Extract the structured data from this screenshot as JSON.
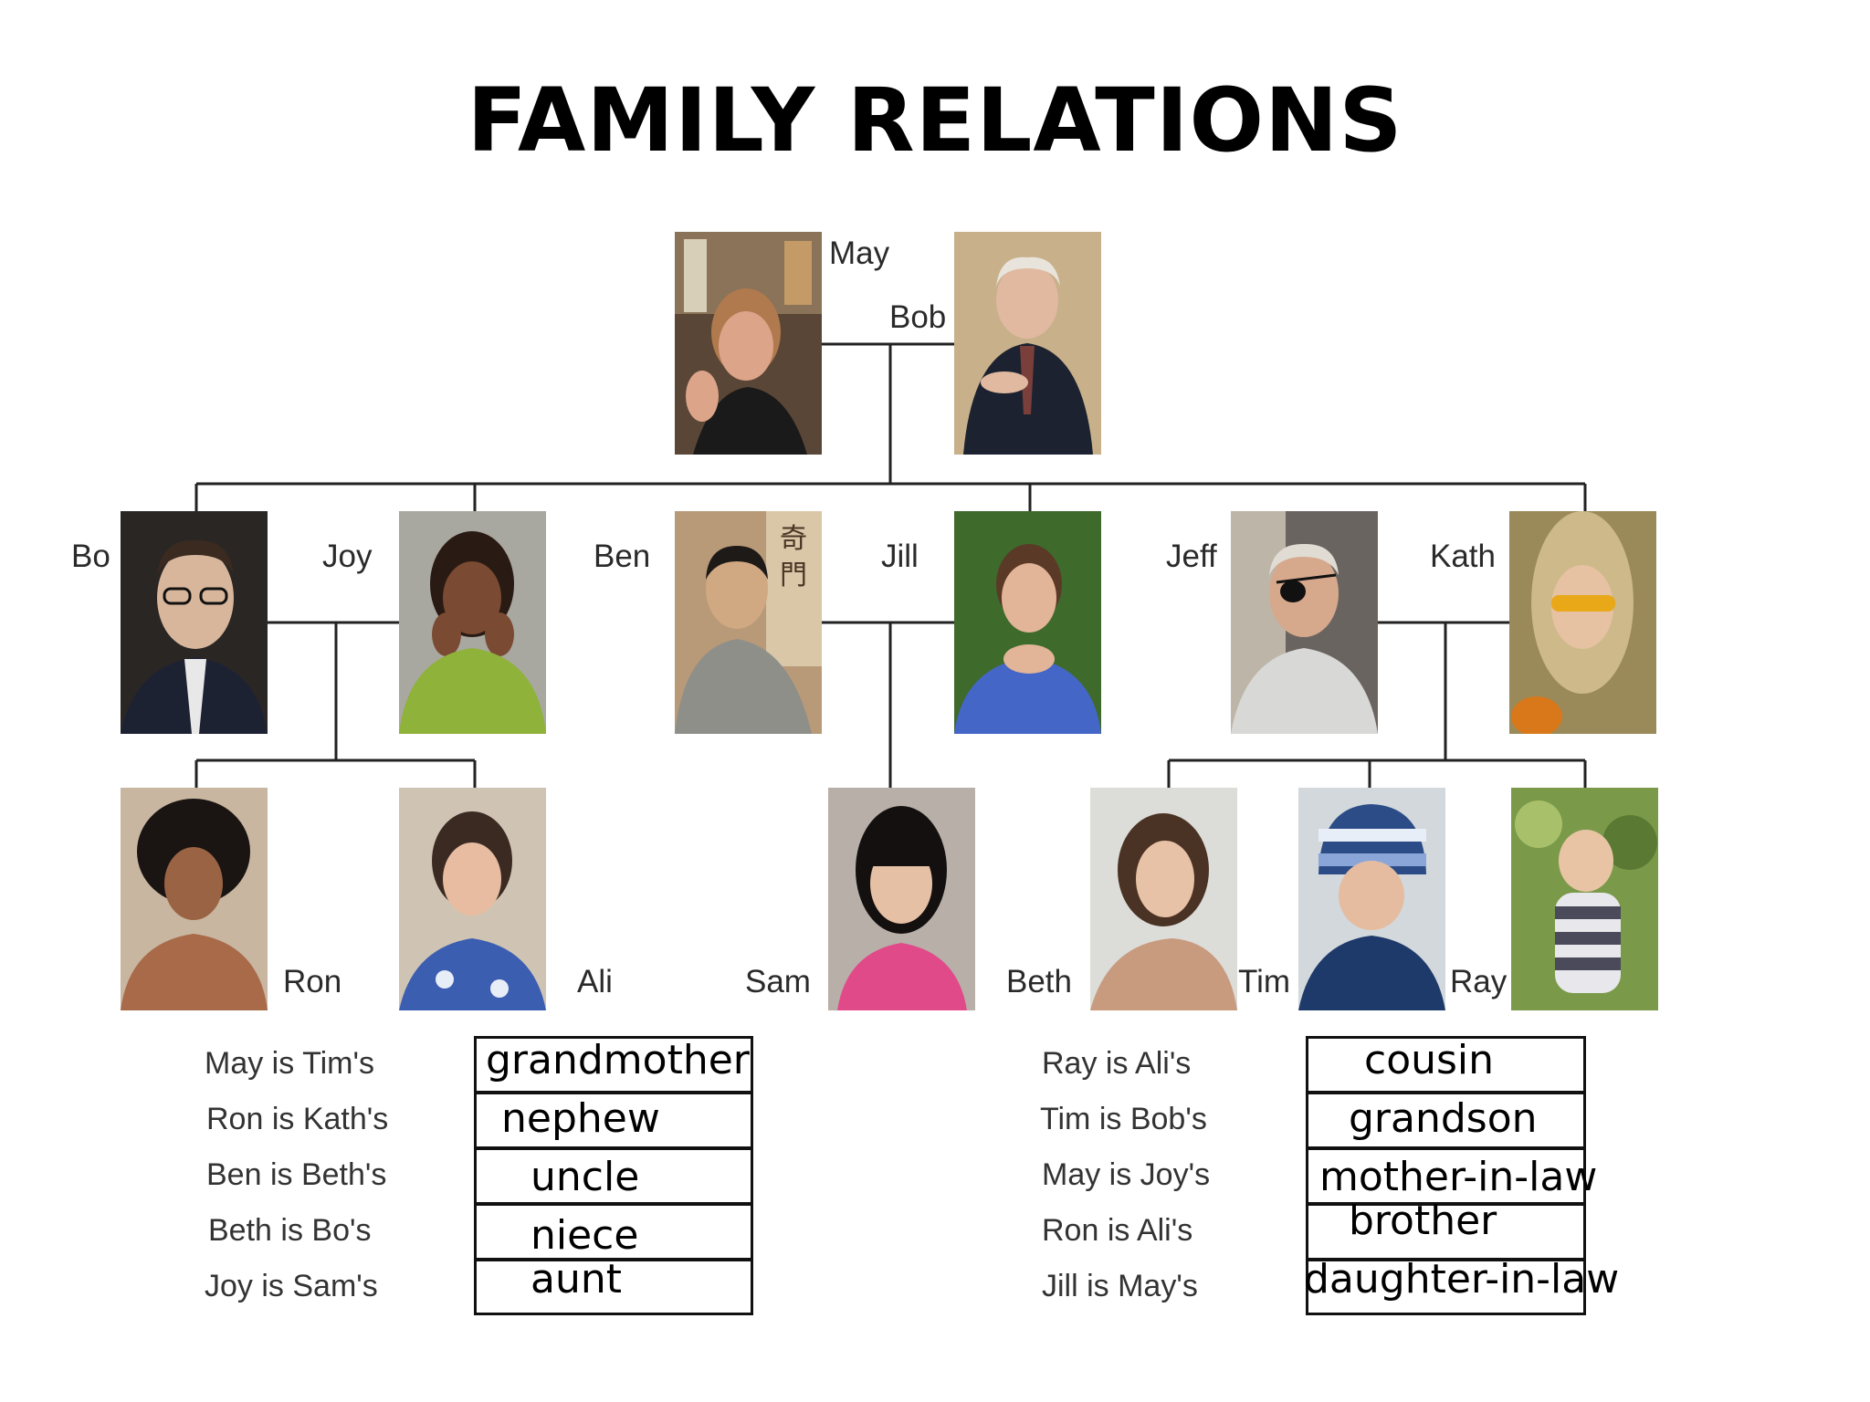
{
  "title": "FAMILY RELATIONS",
  "people": {
    "may": "May",
    "bob": "Bob",
    "bo": "Bo",
    "joy": "Joy",
    "ben": "Ben",
    "jill": "Jill",
    "jeff": "Jeff",
    "kath": "Kath",
    "ron": "Ron",
    "ali": "Ali",
    "sam": "Sam",
    "beth": "Beth",
    "tim": "Tim",
    "ray": "Ray"
  },
  "questions_left": [
    "May is Tim's",
    "Ron is Kath's",
    "Ben is Beth's",
    "Beth is Bo's",
    "Joy is Sam's"
  ],
  "answers_left": [
    "grandmother",
    "nephew",
    "uncle",
    "niece",
    "aunt"
  ],
  "questions_right": [
    "Ray is Ali's",
    "Tim is Bob's",
    "May is Joy's",
    "Ron is Ali's",
    "Jill is May's"
  ],
  "answers_right": [
    "cousin",
    "grandson",
    "mother-in-law",
    "brother",
    "daughter-in-law"
  ]
}
